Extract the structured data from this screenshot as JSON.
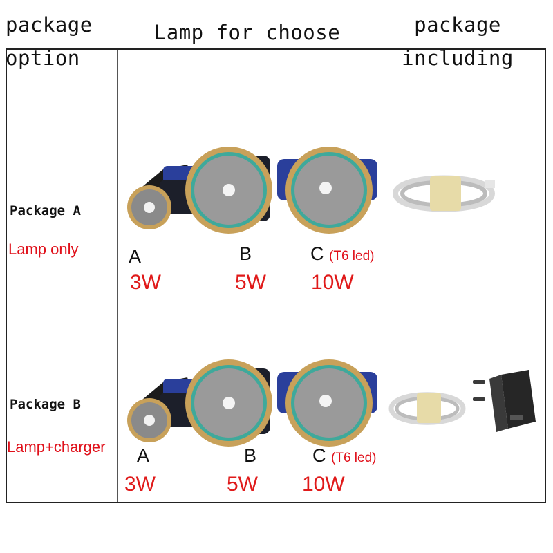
{
  "header": {
    "option_line1": "package",
    "option_line2": "option",
    "lamp_col": "Lamp for choose",
    "including_line1": "package",
    "including_line2": "including"
  },
  "rows": [
    {
      "name": "Package A",
      "desc": "Lamp only",
      "lamps": [
        {
          "letter": "A",
          "note": "",
          "watt": "3W"
        },
        {
          "letter": "B",
          "note": "",
          "watt": "5W"
        },
        {
          "letter": "C",
          "note": "(T6 led)",
          "watt": "10W"
        }
      ],
      "includes": [
        "usb-cable"
      ]
    },
    {
      "name": "Package B",
      "desc": "Lamp+charger",
      "lamps": [
        {
          "letter": "A",
          "note": "",
          "watt": "3W"
        },
        {
          "letter": "B",
          "note": "",
          "watt": "5W"
        },
        {
          "letter": "C",
          "note": "(T6 led)",
          "watt": "10W"
        }
      ],
      "includes": [
        "usb-cable",
        "wall-charger"
      ]
    }
  ],
  "colors": {
    "label_red": "#e0101a",
    "lamp_gold": "#c8a15a",
    "lamp_teal": "#3fa99b",
    "lamp_body": "#1c1f2a",
    "strap_blue": "#2a3f9b"
  }
}
